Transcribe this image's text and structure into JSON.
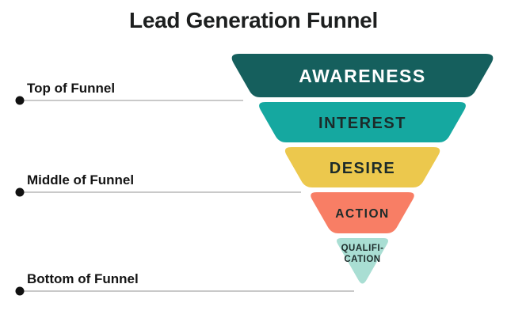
{
  "title": "Lead Generation Funnel",
  "annotations": {
    "top": {
      "label": "Top of Funnel"
    },
    "middle": {
      "label": "Middle of Funnel"
    },
    "bottom": {
      "label": "Bottom of Funnel"
    }
  },
  "funnel": {
    "layers": [
      {
        "id": "awareness",
        "label": "AWARENESS",
        "color": "#155f5d",
        "text_color": "#ffffff"
      },
      {
        "id": "interest",
        "label": "INTEREST",
        "color": "#15a8a0",
        "text_color": "#1c2b2a"
      },
      {
        "id": "desire",
        "label": "DESIRE",
        "color": "#ecc84d",
        "text_color": "#1c2b2a"
      },
      {
        "id": "action",
        "label": "ACTION",
        "color": "#f87e65",
        "text_color": "#1c2b2a"
      },
      {
        "id": "qualification",
        "label": "QUALIFICATION",
        "lines": [
          "QUALIFI-",
          "CATION"
        ],
        "color": "#a9ded3",
        "text_color": "#1c2b2a"
      }
    ]
  },
  "colors": {
    "background": "#ffffff",
    "title_text": "#1d1f1f",
    "annotation_text": "#141414",
    "connector_line": "#c9c9c9",
    "connector_dot": "#111111"
  }
}
